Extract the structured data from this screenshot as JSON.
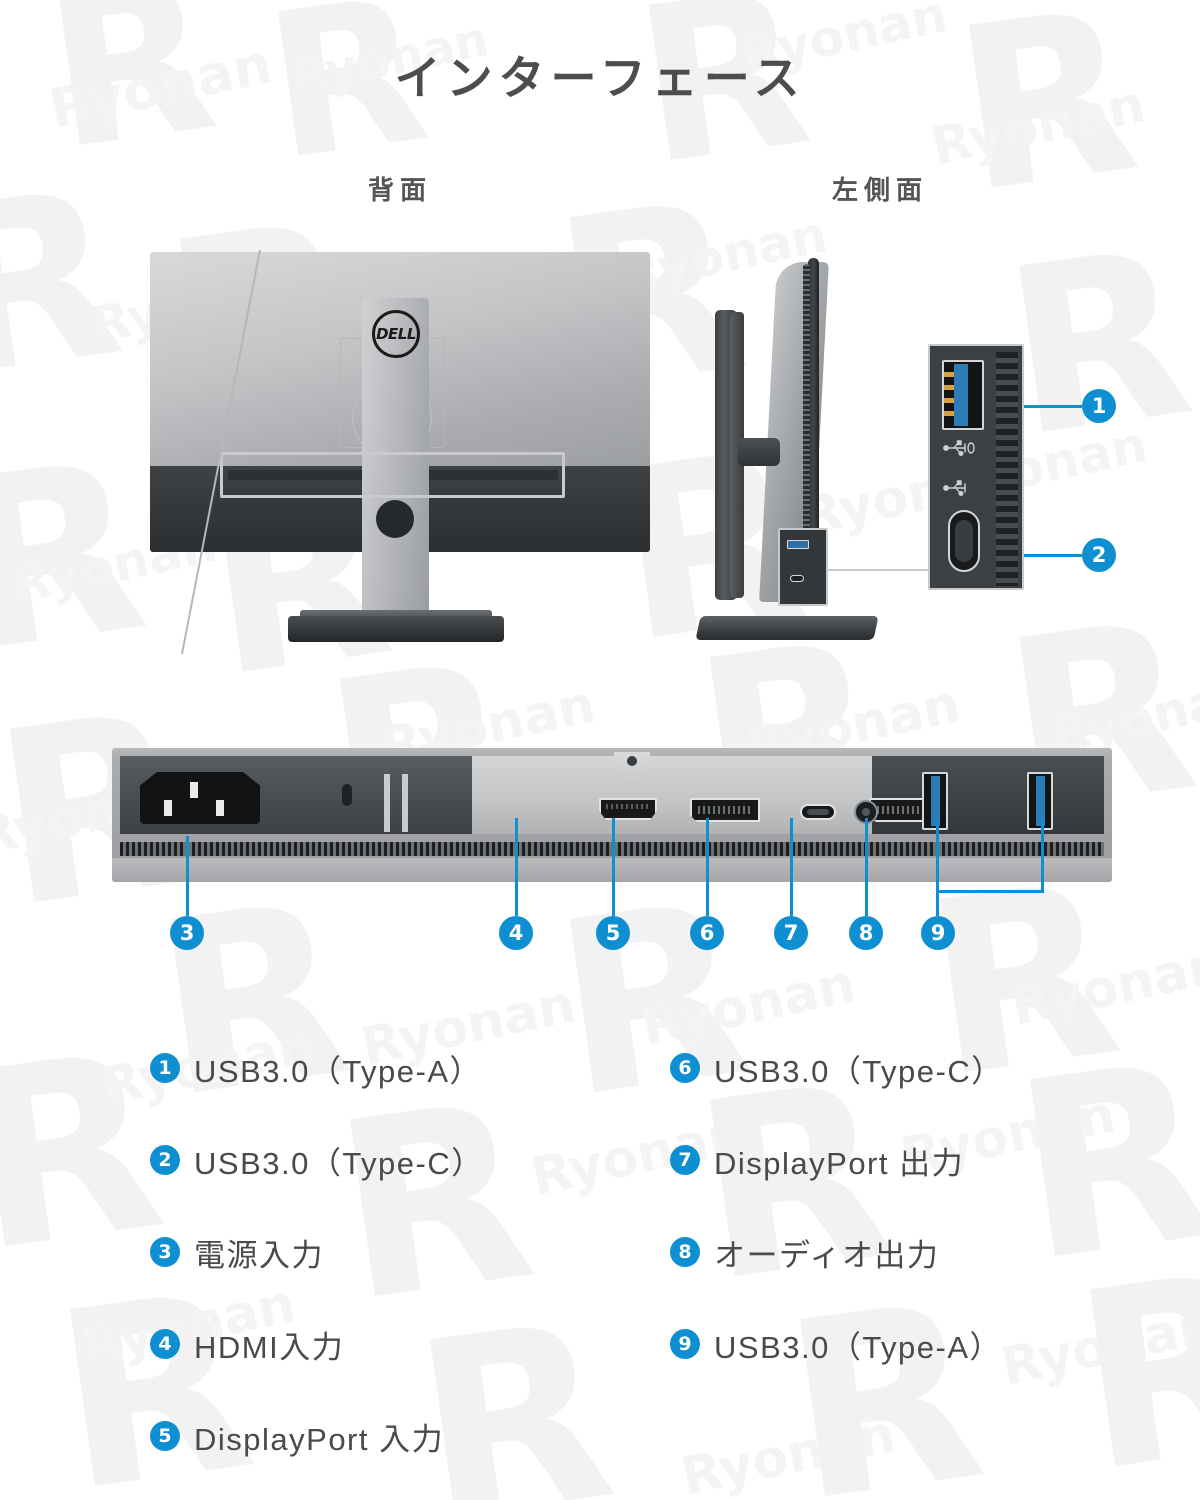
{
  "page": {
    "title": "インターフェース",
    "accent_color": "#0d8fd1",
    "text_color": "#4a4a4a",
    "background": "#ffffff",
    "watermark_text": "Ryonan",
    "watermark_letter": "R"
  },
  "views": {
    "rear": {
      "caption": "背面",
      "brand_logo": "DELL"
    },
    "side": {
      "caption": "左側面"
    }
  },
  "callouts": [
    {
      "number": "1",
      "target": "side-detail-usb-a"
    },
    {
      "number": "2",
      "target": "side-detail-usb-c"
    },
    {
      "number": "3",
      "target": "power-inlet"
    },
    {
      "number": "4",
      "target": "hdmi-port"
    },
    {
      "number": "5",
      "target": "displayport-in"
    },
    {
      "number": "6",
      "target": "usb-c-port"
    },
    {
      "number": "7",
      "target": "displayport-out"
    },
    {
      "number": "8",
      "target": "audio-jack"
    },
    {
      "number": "9",
      "target": "usb-a-ports"
    }
  ],
  "legend": {
    "left": [
      {
        "number": "1",
        "label": "USB3.0（Type-A）"
      },
      {
        "number": "2",
        "label": "USB3.0（Type-C）"
      },
      {
        "number": "3",
        "label": "電源入力"
      },
      {
        "number": "4",
        "label": "HDMI入力"
      },
      {
        "number": "5",
        "label": "DisplayPort 入力"
      }
    ],
    "right": [
      {
        "number": "6",
        "label": "USB3.0（Type-C）"
      },
      {
        "number": "7",
        "label": "DisplayPort 出力"
      },
      {
        "number": "8",
        "label": "オーディオ出力"
      },
      {
        "number": "9",
        "label": "USB3.0（Type-A）"
      }
    ]
  },
  "icons": {
    "usb_trident": "usb-trident-icon",
    "usb_a": "usb-type-a-icon",
    "usb_c": "usb-type-c-icon"
  }
}
